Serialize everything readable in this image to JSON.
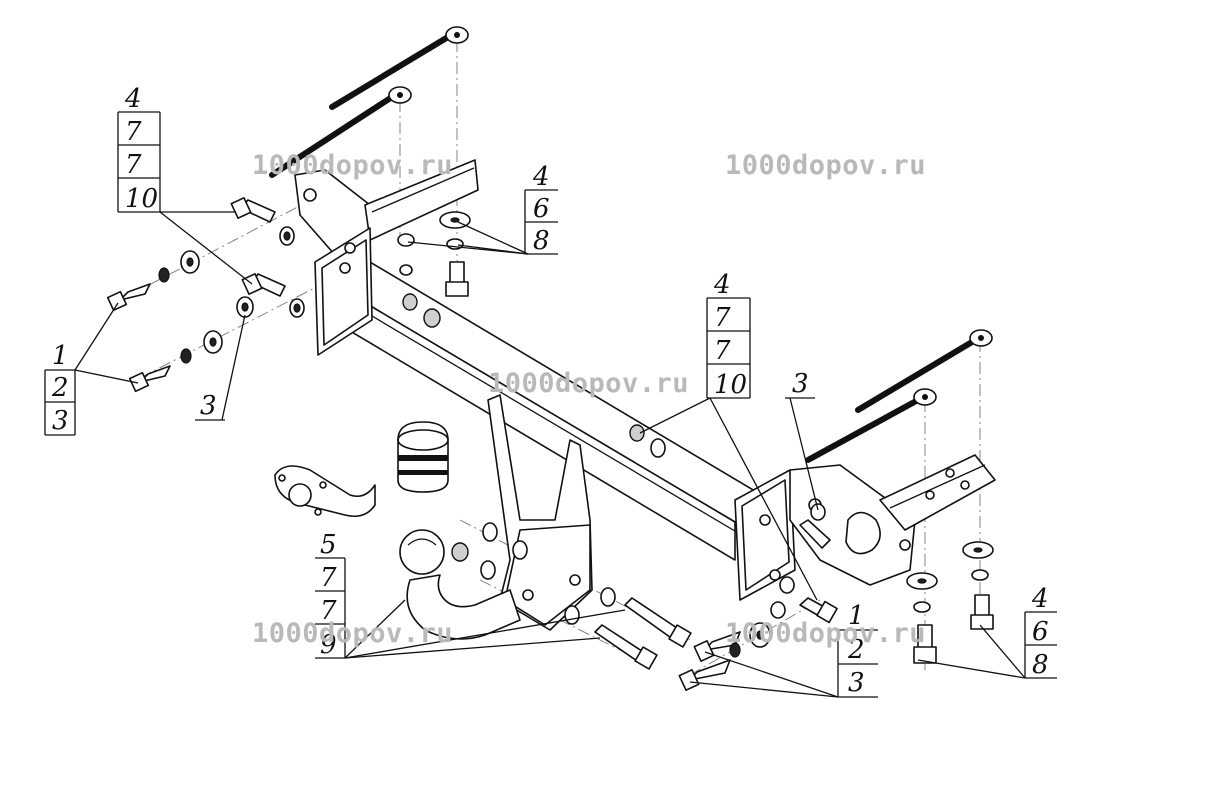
{
  "watermarks": [
    {
      "text": "1000dopov.ru"
    },
    {
      "text": "1000dopov.ru"
    },
    {
      "text": "1000dopov.ru"
    },
    {
      "text": "1000dopov.ru"
    },
    {
      "text": "1000dopov.ru"
    }
  ],
  "callouts": {
    "top_left_stack": [
      "4",
      "7",
      "7",
      "10"
    ],
    "left_stack": [
      "1",
      "2",
      "3"
    ],
    "left_single": "3",
    "top_middle_stack": [
      "4",
      "6",
      "8"
    ],
    "center_stack": [
      "4",
      "7",
      "7",
      "10"
    ],
    "right_single": "3",
    "bottom_left_stack": [
      "5",
      "7",
      "7",
      "9"
    ],
    "bottom_center_stack": [
      "1",
      "2",
      "3"
    ],
    "bottom_right_stack": [
      "4",
      "6",
      "8"
    ]
  }
}
